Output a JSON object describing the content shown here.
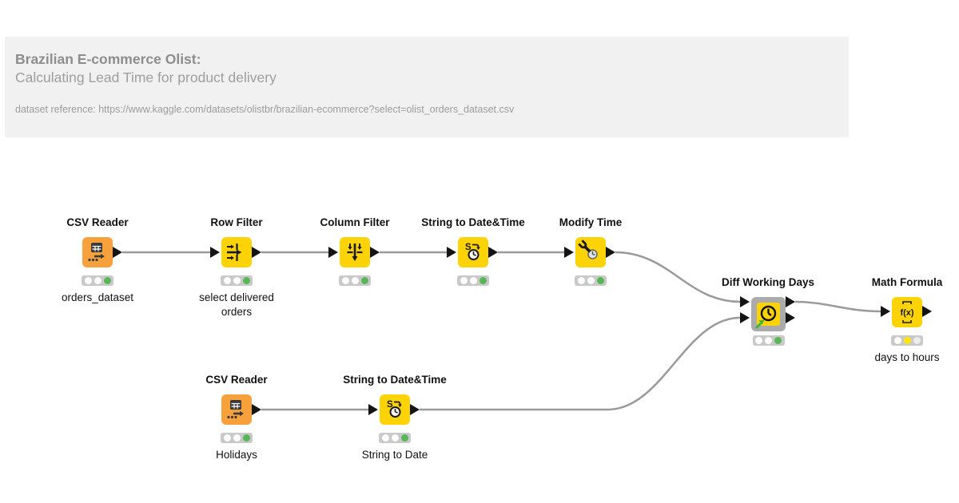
{
  "annotation": {
    "title": "Brazilian E-commerce Olist:",
    "subtitle": "Calculating Lead Time for product delivery",
    "reference": "dataset reference: https://www.kaggle.com/datasets/olistbr/brazilian-ecommerce?select=olist_orders_dataset.csv"
  },
  "colors": {
    "reader_orange": "#f7a13c",
    "manipulator_yellow": "#fcd306",
    "component_gray": "#ababab",
    "wire_gray": "#9a9a9a",
    "status_green": "#57b757",
    "status_yellow": "#ffe60a",
    "light_bar": "#c9c9c9"
  },
  "nodes": {
    "csv_orders": {
      "title": "CSV Reader",
      "label": "orders_dataset",
      "status": "executed"
    },
    "row_filter": {
      "title": "Row Filter",
      "label": "select delivered orders",
      "status": "executed"
    },
    "column_filter": {
      "title": "Column Filter",
      "label": "",
      "status": "executed"
    },
    "s2d_orders": {
      "title": "String to Date&Time",
      "label": "",
      "status": "executed"
    },
    "modify_time": {
      "title": "Modify Time",
      "label": "",
      "status": "executed"
    },
    "diff_days": {
      "title": "Diff Working Days",
      "label": "",
      "status": "executed"
    },
    "math_formula": {
      "title": "Math Formula",
      "label": "days to hours",
      "status": "configured"
    },
    "csv_holidays": {
      "title": "CSV Reader",
      "label": "Holidays",
      "status": "executed"
    },
    "s2d_holidays": {
      "title": "String to Date&Time",
      "label": "String to Date",
      "status": "executed"
    }
  }
}
